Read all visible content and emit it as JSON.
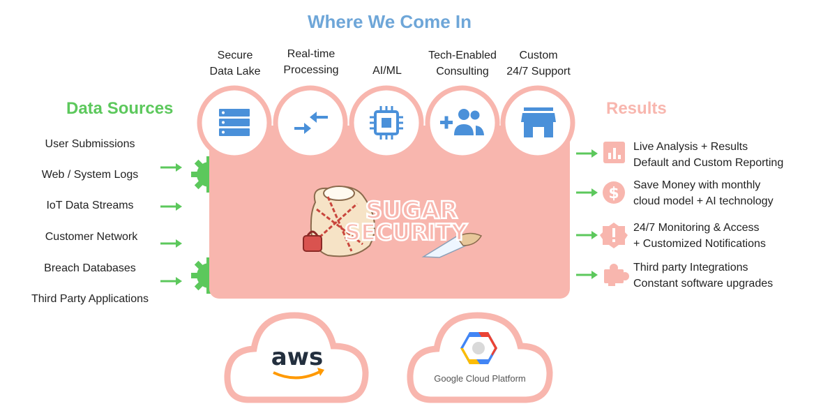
{
  "title": "Where We Come In",
  "services": [
    {
      "line1": "Secure",
      "line2": "Data Lake",
      "icon": "database-icon"
    },
    {
      "line1": "Real-time",
      "line2": "Processing",
      "icon": "arrows-converge-icon"
    },
    {
      "line1": "AI/ML",
      "line2": "",
      "icon": "chip-icon"
    },
    {
      "line1": "Tech-Enabled",
      "line2": "Consulting",
      "icon": "add-people-icon"
    },
    {
      "line1": "Custom",
      "line2": "24/7 Support",
      "icon": "storefront-icon"
    }
  ],
  "data_sources": {
    "heading": "Data Sources",
    "items": [
      "User Submissions",
      "Web / System Logs",
      "IoT Data Streams",
      "Customer Network",
      "Breach Databases",
      "Third Party Applications"
    ]
  },
  "results": {
    "heading": "Results",
    "items": [
      {
        "line1": "Live Analysis + Results",
        "line2": "Default and Custom Reporting",
        "icon": "bar-chart-icon"
      },
      {
        "line1": "Save Money with monthly",
        "line2": "cloud model + AI technology",
        "icon": "dollar-icon"
      },
      {
        "line1": "24/7 Monitoring & Access",
        "line2": "+ Customized Notifications",
        "icon": "alert-badge-icon"
      },
      {
        "line1": "Third party Integrations",
        "line2": "Constant software upgrades",
        "icon": "puzzle-icon"
      }
    ]
  },
  "brand": {
    "logo_line1": "SUGAR",
    "logo_line2": "SECURITY"
  },
  "clouds": {
    "aws": "aws",
    "gcp": "Google Cloud Platform"
  },
  "colors": {
    "accent_blue": "#6ea6d8",
    "green": "#5cc85c",
    "salmon": "#f8b6ae",
    "icon_blue": "#4a90d9"
  }
}
